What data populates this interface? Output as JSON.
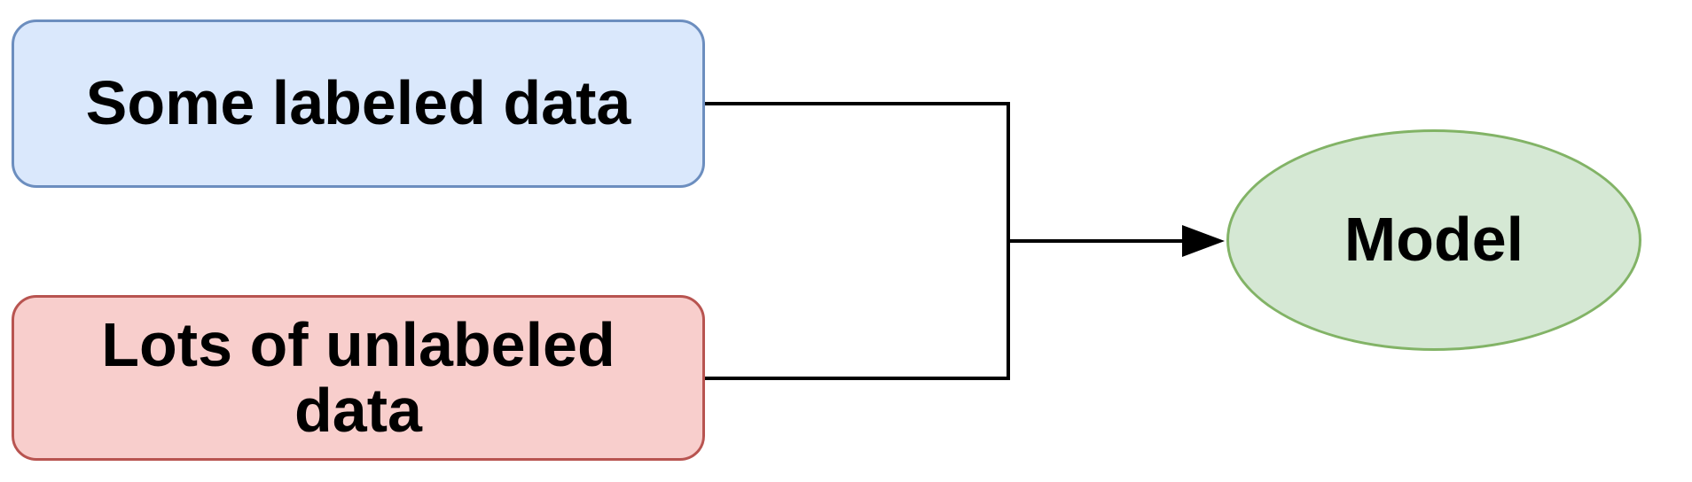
{
  "diagram": {
    "background": "#ffffff",
    "text_color": "#000000",
    "connector_color": "#000000",
    "nodes": {
      "labeled": {
        "label": "Some labeled data",
        "shape": "rounded-rect",
        "fill": "#dae8fc",
        "border": "#6c8ebf"
      },
      "unlabeled": {
        "label": "Lots of unlabeled data",
        "shape": "rounded-rect",
        "fill": "#f8cecc",
        "border": "#b85450"
      },
      "model": {
        "label": "Model",
        "shape": "ellipse",
        "fill": "#d5e8d4",
        "border": "#82b366"
      }
    },
    "edges": [
      {
        "from": "labeled",
        "to": "model",
        "style": "orthogonal",
        "arrow": true
      },
      {
        "from": "unlabeled",
        "to": "model",
        "style": "orthogonal",
        "arrow": true
      }
    ]
  }
}
